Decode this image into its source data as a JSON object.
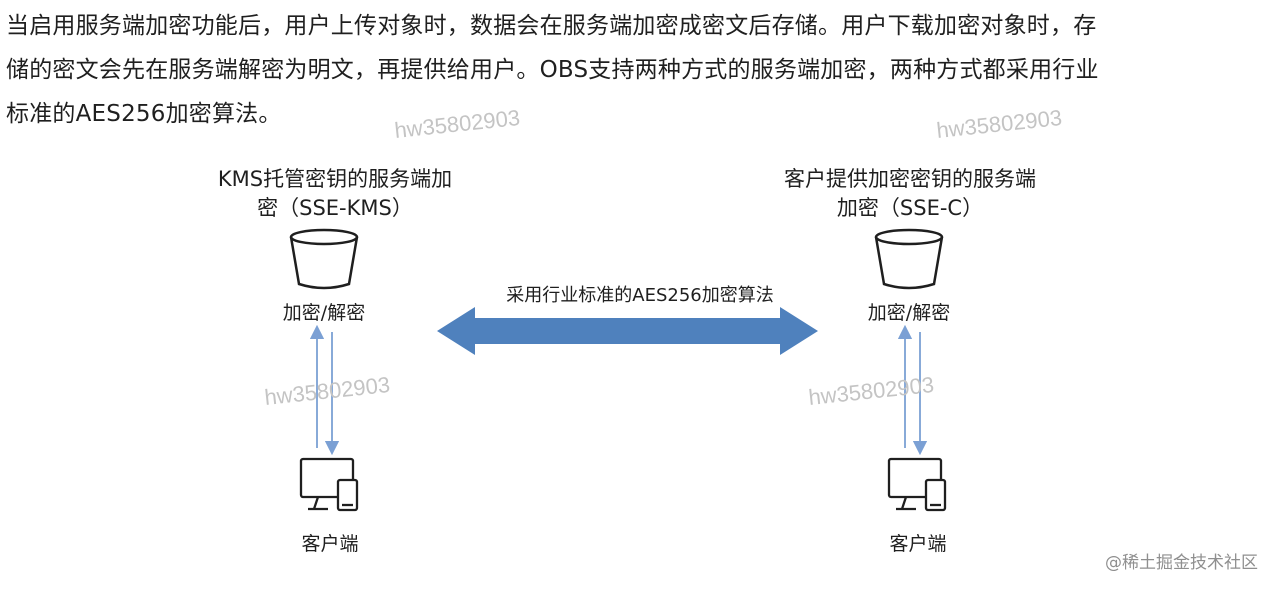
{
  "intro": {
    "lines": [
      "当启用服务端加密功能后，用户上传对象时，数据会在服务端加密成密文后存储。用户下载加密对象时，存",
      "储的密文会先在服务端解密为明文，再提供给用户。OBS支持两种方式的服务端加密，两种方式都采用行业",
      "标准的AES256加密算法。"
    ]
  },
  "left": {
    "title_line1": "KMS托管密钥的服务端加",
    "title_line2": "密（SSE-KMS）",
    "bucket_icon": "bucket-icon",
    "crypto_label": "加密/解密",
    "client_icon": "desktop-and-phone-icon",
    "client_label": "客户端"
  },
  "right": {
    "title_line1": "客户提供加密密钥的服务端",
    "title_line2": "加密（SSE-C）",
    "bucket_icon": "bucket-icon",
    "crypto_label": "加密/解密",
    "client_icon": "desktop-and-phone-icon",
    "client_label": "客户端"
  },
  "center": {
    "arrow_label": "采用行业标准的AES256加密算法",
    "arrow_color": "#4f81bd"
  },
  "watermarks": [
    "hw35802903",
    "hw35802903",
    "hw35802903",
    "hw35802903"
  ],
  "brand": "@稀土掘金技术社区",
  "colors": {
    "flow_arrow": "#7ba0d4",
    "icon_stroke": "#1f1f1f"
  }
}
